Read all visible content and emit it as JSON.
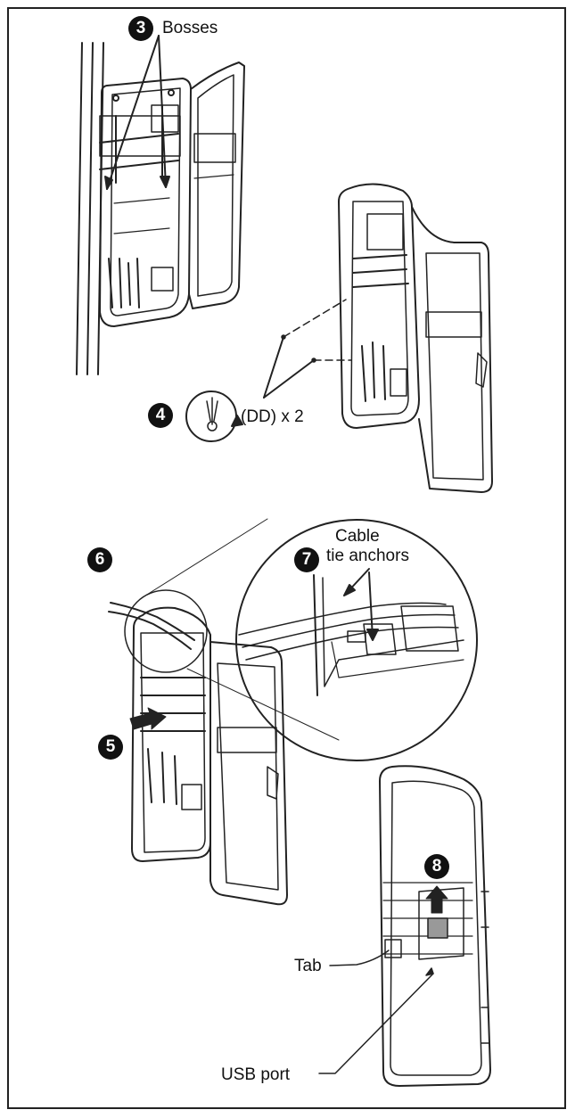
{
  "steps": {
    "step3": {
      "number": "3",
      "label": "Bosses"
    },
    "step4": {
      "number": "4",
      "label": "(DD) x 2"
    },
    "step5": {
      "number": "5"
    },
    "step6": {
      "number": "6"
    },
    "step7": {
      "number": "7",
      "label_line1": "Cable",
      "label_line2": "tie anchors"
    },
    "step8": {
      "number": "8"
    }
  },
  "callouts": {
    "tab": "Tab",
    "usb_port": "USB port"
  }
}
